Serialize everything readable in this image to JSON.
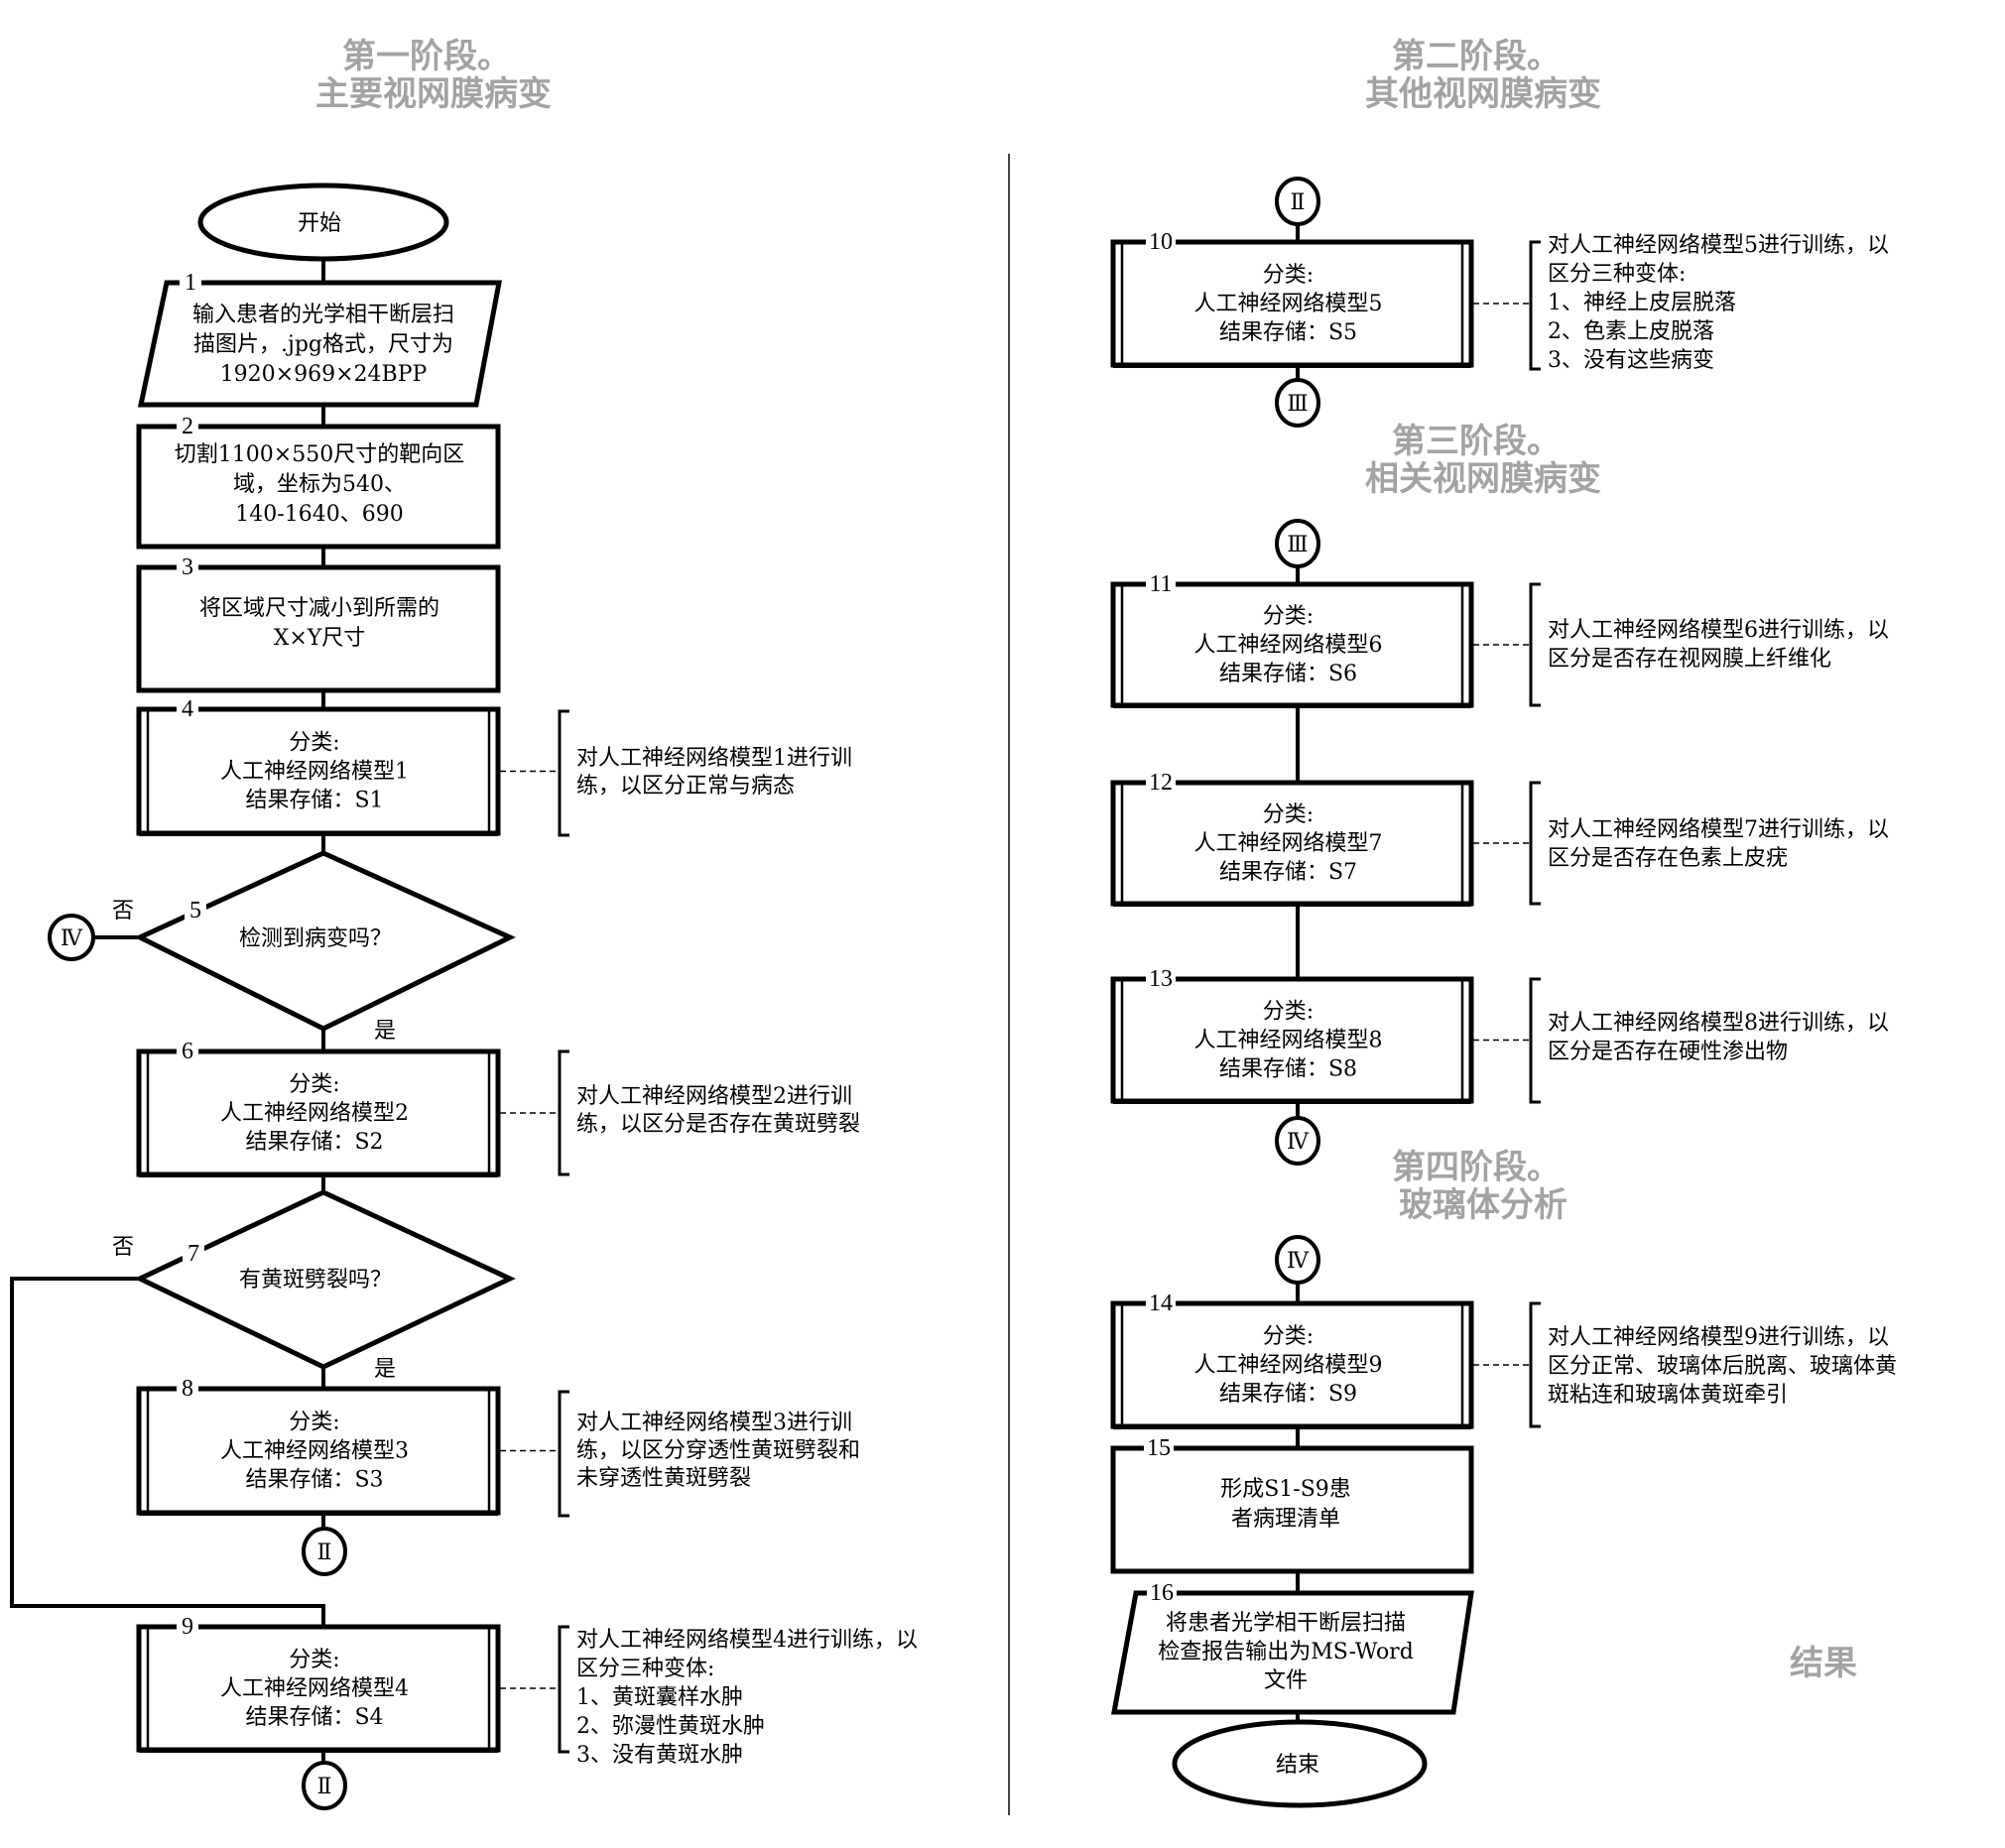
{
  "headings": {
    "stage1": [
      "第一阶段。",
      "主要视网膜病变"
    ],
    "stage2": [
      "第二阶段。",
      "其他视网膜病变"
    ],
    "stage3": [
      "第三阶段。",
      "相关视网膜病变"
    ],
    "stage4": [
      "第四阶段。",
      "玻璃体分析"
    ],
    "result": "结果"
  },
  "terminals": {
    "start": "开始",
    "end": "结束"
  },
  "connectors": {
    "II": "Ⅱ",
    "III": "Ⅲ",
    "IV": "Ⅳ"
  },
  "branch_labels": {
    "yes": "是",
    "no": "否"
  },
  "steps": [
    {
      "id": "1",
      "type": "io",
      "lines": [
        "输入患者的光学相干断层扫",
        "描图片，.jpg格式，尺寸为",
        "1920×969×24BPP"
      ]
    },
    {
      "id": "2",
      "type": "process",
      "lines": [
        "切割1100×550尺寸的靶向区",
        "域，坐标为540、",
        "140-1640、690"
      ]
    },
    {
      "id": "3",
      "type": "process",
      "lines": [
        "将区域尺寸减小到所需的",
        "X×Y尺寸"
      ]
    },
    {
      "id": "4",
      "type": "predefined",
      "lines": [
        "分类:",
        "人工神经网络模型1",
        "结果存储：S1"
      ],
      "note": [
        "对人工神经网络模型1进行训",
        "练，以区分正常与病态"
      ]
    },
    {
      "id": "5",
      "type": "decision",
      "lines": [
        "检测到病变吗？"
      ]
    },
    {
      "id": "6",
      "type": "predefined",
      "lines": [
        "分类:",
        "人工神经网络模型2",
        "结果存储：S2"
      ],
      "note": [
        "对人工神经网络模型2进行训",
        "练，以区分是否存在黄斑劈裂"
      ]
    },
    {
      "id": "7",
      "type": "decision",
      "lines": [
        "有黄斑劈裂吗？"
      ]
    },
    {
      "id": "8",
      "type": "predefined",
      "lines": [
        "分类:",
        "人工神经网络模型3",
        "结果存储：S3"
      ],
      "note": [
        "对人工神经网络模型3进行训",
        "练，以区分穿透性黄斑劈裂和",
        "未穿透性黄斑劈裂"
      ]
    },
    {
      "id": "9",
      "type": "predefined",
      "lines": [
        "分类:",
        "人工神经网络模型4",
        "结果存储：S4"
      ],
      "note": [
        "对人工神经网络模型4进行训练，以",
        "区分三种变体:",
        "1、黄斑囊样水肿",
        "2、弥漫性黄斑水肿",
        "3、没有黄斑水肿"
      ]
    },
    {
      "id": "10",
      "type": "predefined",
      "lines": [
        "分类:",
        "人工神经网络模型5",
        "结果存储：S5"
      ],
      "note": [
        "对人工神经网络模型5进行训练，以",
        "区分三种变体:",
        "1、神经上皮层脱落",
        "2、色素上皮脱落",
        "3、没有这些病变"
      ]
    },
    {
      "id": "11",
      "type": "predefined",
      "lines": [
        "分类:",
        "人工神经网络模型6",
        "结果存储：S6"
      ],
      "note": [
        "对人工神经网络模型6进行训练，以",
        "区分是否存在视网膜上纤维化"
      ]
    },
    {
      "id": "12",
      "type": "predefined",
      "lines": [
        "分类:",
        "人工神经网络模型7",
        "结果存储：S7"
      ],
      "note": [
        "对人工神经网络模型7进行训练，以",
        "区分是否存在色素上皮疣"
      ]
    },
    {
      "id": "13",
      "type": "predefined",
      "lines": [
        "分类:",
        "人工神经网络模型8",
        "结果存储：S8"
      ],
      "note": [
        "对人工神经网络模型8进行训练，以",
        "区分是否存在硬性渗出物"
      ]
    },
    {
      "id": "14",
      "type": "predefined",
      "lines": [
        "分类:",
        "人工神经网络模型9",
        "结果存储：S9"
      ],
      "note": [
        "对人工神经网络模型9进行训练，以",
        "区分正常、玻璃体后脱离、玻璃体黄",
        "斑粘连和玻璃体黄斑牵引"
      ]
    },
    {
      "id": "15",
      "type": "process",
      "lines": [
        "形成S1-S9患",
        "者病理清单"
      ]
    },
    {
      "id": "16",
      "type": "io",
      "lines": [
        "将患者光学相干断层扫描",
        "检查报告输出为MS-Word",
        "文件"
      ]
    }
  ]
}
